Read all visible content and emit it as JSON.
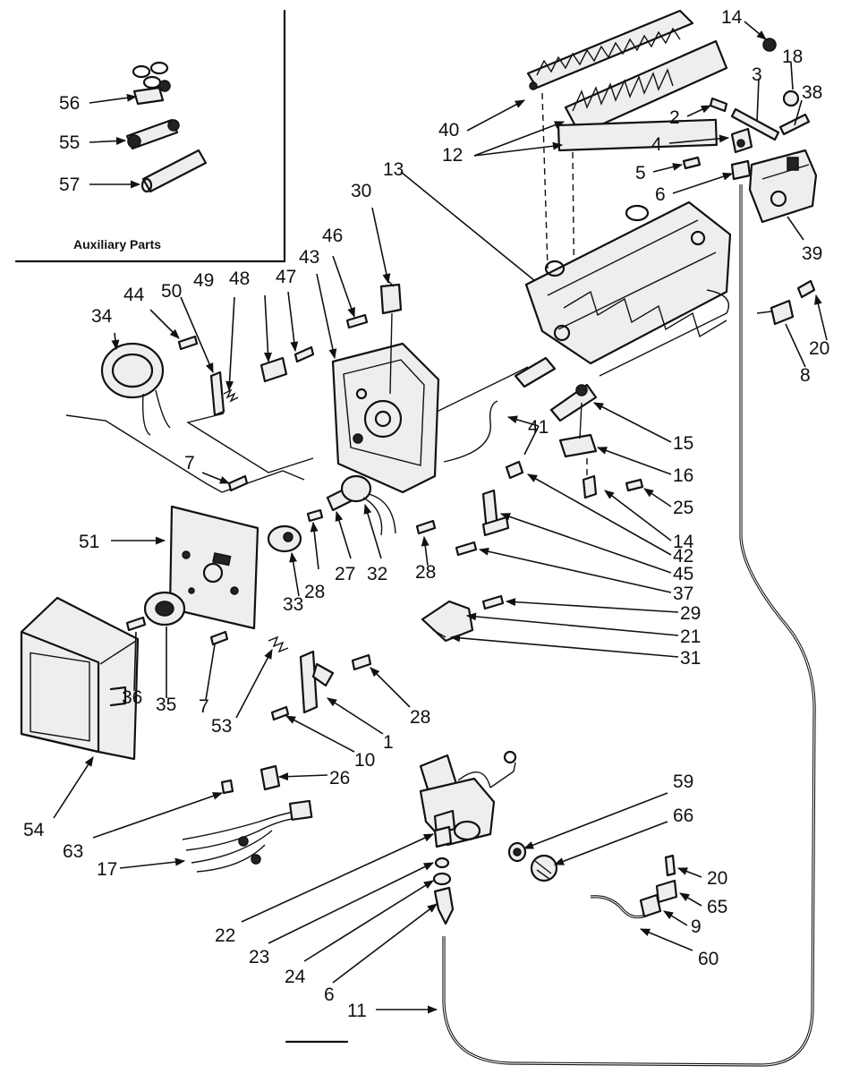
{
  "auxiliary_caption": "Auxiliary Parts",
  "callouts": [
    {
      "key": "p56",
      "text": "56"
    },
    {
      "key": "p55",
      "text": "55"
    },
    {
      "key": "p57",
      "text": "57"
    },
    {
      "key": "p14a",
      "text": "14"
    },
    {
      "key": "p18",
      "text": "18"
    },
    {
      "key": "p3",
      "text": "3"
    },
    {
      "key": "p38",
      "text": "38"
    },
    {
      "key": "p2",
      "text": "2"
    },
    {
      "key": "p40",
      "text": "40"
    },
    {
      "key": "p12",
      "text": "12"
    },
    {
      "key": "p4",
      "text": "4"
    },
    {
      "key": "p5",
      "text": "5"
    },
    {
      "key": "p6a",
      "text": "6"
    },
    {
      "key": "p13",
      "text": "13"
    },
    {
      "key": "p30",
      "text": "30"
    },
    {
      "key": "p39",
      "text": "39"
    },
    {
      "key": "p46",
      "text": "46"
    },
    {
      "key": "p43",
      "text": "43"
    },
    {
      "key": "p47",
      "text": "47"
    },
    {
      "key": "p48",
      "text": "48"
    },
    {
      "key": "p49",
      "text": "49"
    },
    {
      "key": "p50",
      "text": "50"
    },
    {
      "key": "p44",
      "text": "44"
    },
    {
      "key": "p34",
      "text": "34"
    },
    {
      "key": "p20a",
      "text": "20"
    },
    {
      "key": "p8",
      "text": "8"
    },
    {
      "key": "p41",
      "text": "41"
    },
    {
      "key": "p15",
      "text": "15"
    },
    {
      "key": "p16",
      "text": "16"
    },
    {
      "key": "p25",
      "text": "25"
    },
    {
      "key": "p7a",
      "text": "7"
    },
    {
      "key": "p14b",
      "text": "14"
    },
    {
      "key": "p42",
      "text": "42"
    },
    {
      "key": "p51",
      "text": "51"
    },
    {
      "key": "p28a",
      "text": "28"
    },
    {
      "key": "p45",
      "text": "45"
    },
    {
      "key": "p27",
      "text": "27"
    },
    {
      "key": "p32",
      "text": "32"
    },
    {
      "key": "p33",
      "text": "33"
    },
    {
      "key": "p28b",
      "text": "28"
    },
    {
      "key": "p37",
      "text": "37"
    },
    {
      "key": "p29",
      "text": "29"
    },
    {
      "key": "p21",
      "text": "21"
    },
    {
      "key": "p31",
      "text": "31"
    },
    {
      "key": "p36",
      "text": "36"
    },
    {
      "key": "p35",
      "text": "35"
    },
    {
      "key": "p7b",
      "text": "7"
    },
    {
      "key": "p53",
      "text": "53"
    },
    {
      "key": "p28c",
      "text": "28"
    },
    {
      "key": "p1",
      "text": "1"
    },
    {
      "key": "p10",
      "text": "10"
    },
    {
      "key": "p26",
      "text": "26"
    },
    {
      "key": "p59",
      "text": "59"
    },
    {
      "key": "p66",
      "text": "66"
    },
    {
      "key": "p54",
      "text": "54"
    },
    {
      "key": "p63",
      "text": "63"
    },
    {
      "key": "p17",
      "text": "17"
    },
    {
      "key": "p20b",
      "text": "20"
    },
    {
      "key": "p65",
      "text": "65"
    },
    {
      "key": "p9",
      "text": "9"
    },
    {
      "key": "p22",
      "text": "22"
    },
    {
      "key": "p60",
      "text": "60"
    },
    {
      "key": "p23",
      "text": "23"
    },
    {
      "key": "p24",
      "text": "24"
    },
    {
      "key": "p6b",
      "text": "6"
    },
    {
      "key": "p11",
      "text": "11"
    }
  ]
}
